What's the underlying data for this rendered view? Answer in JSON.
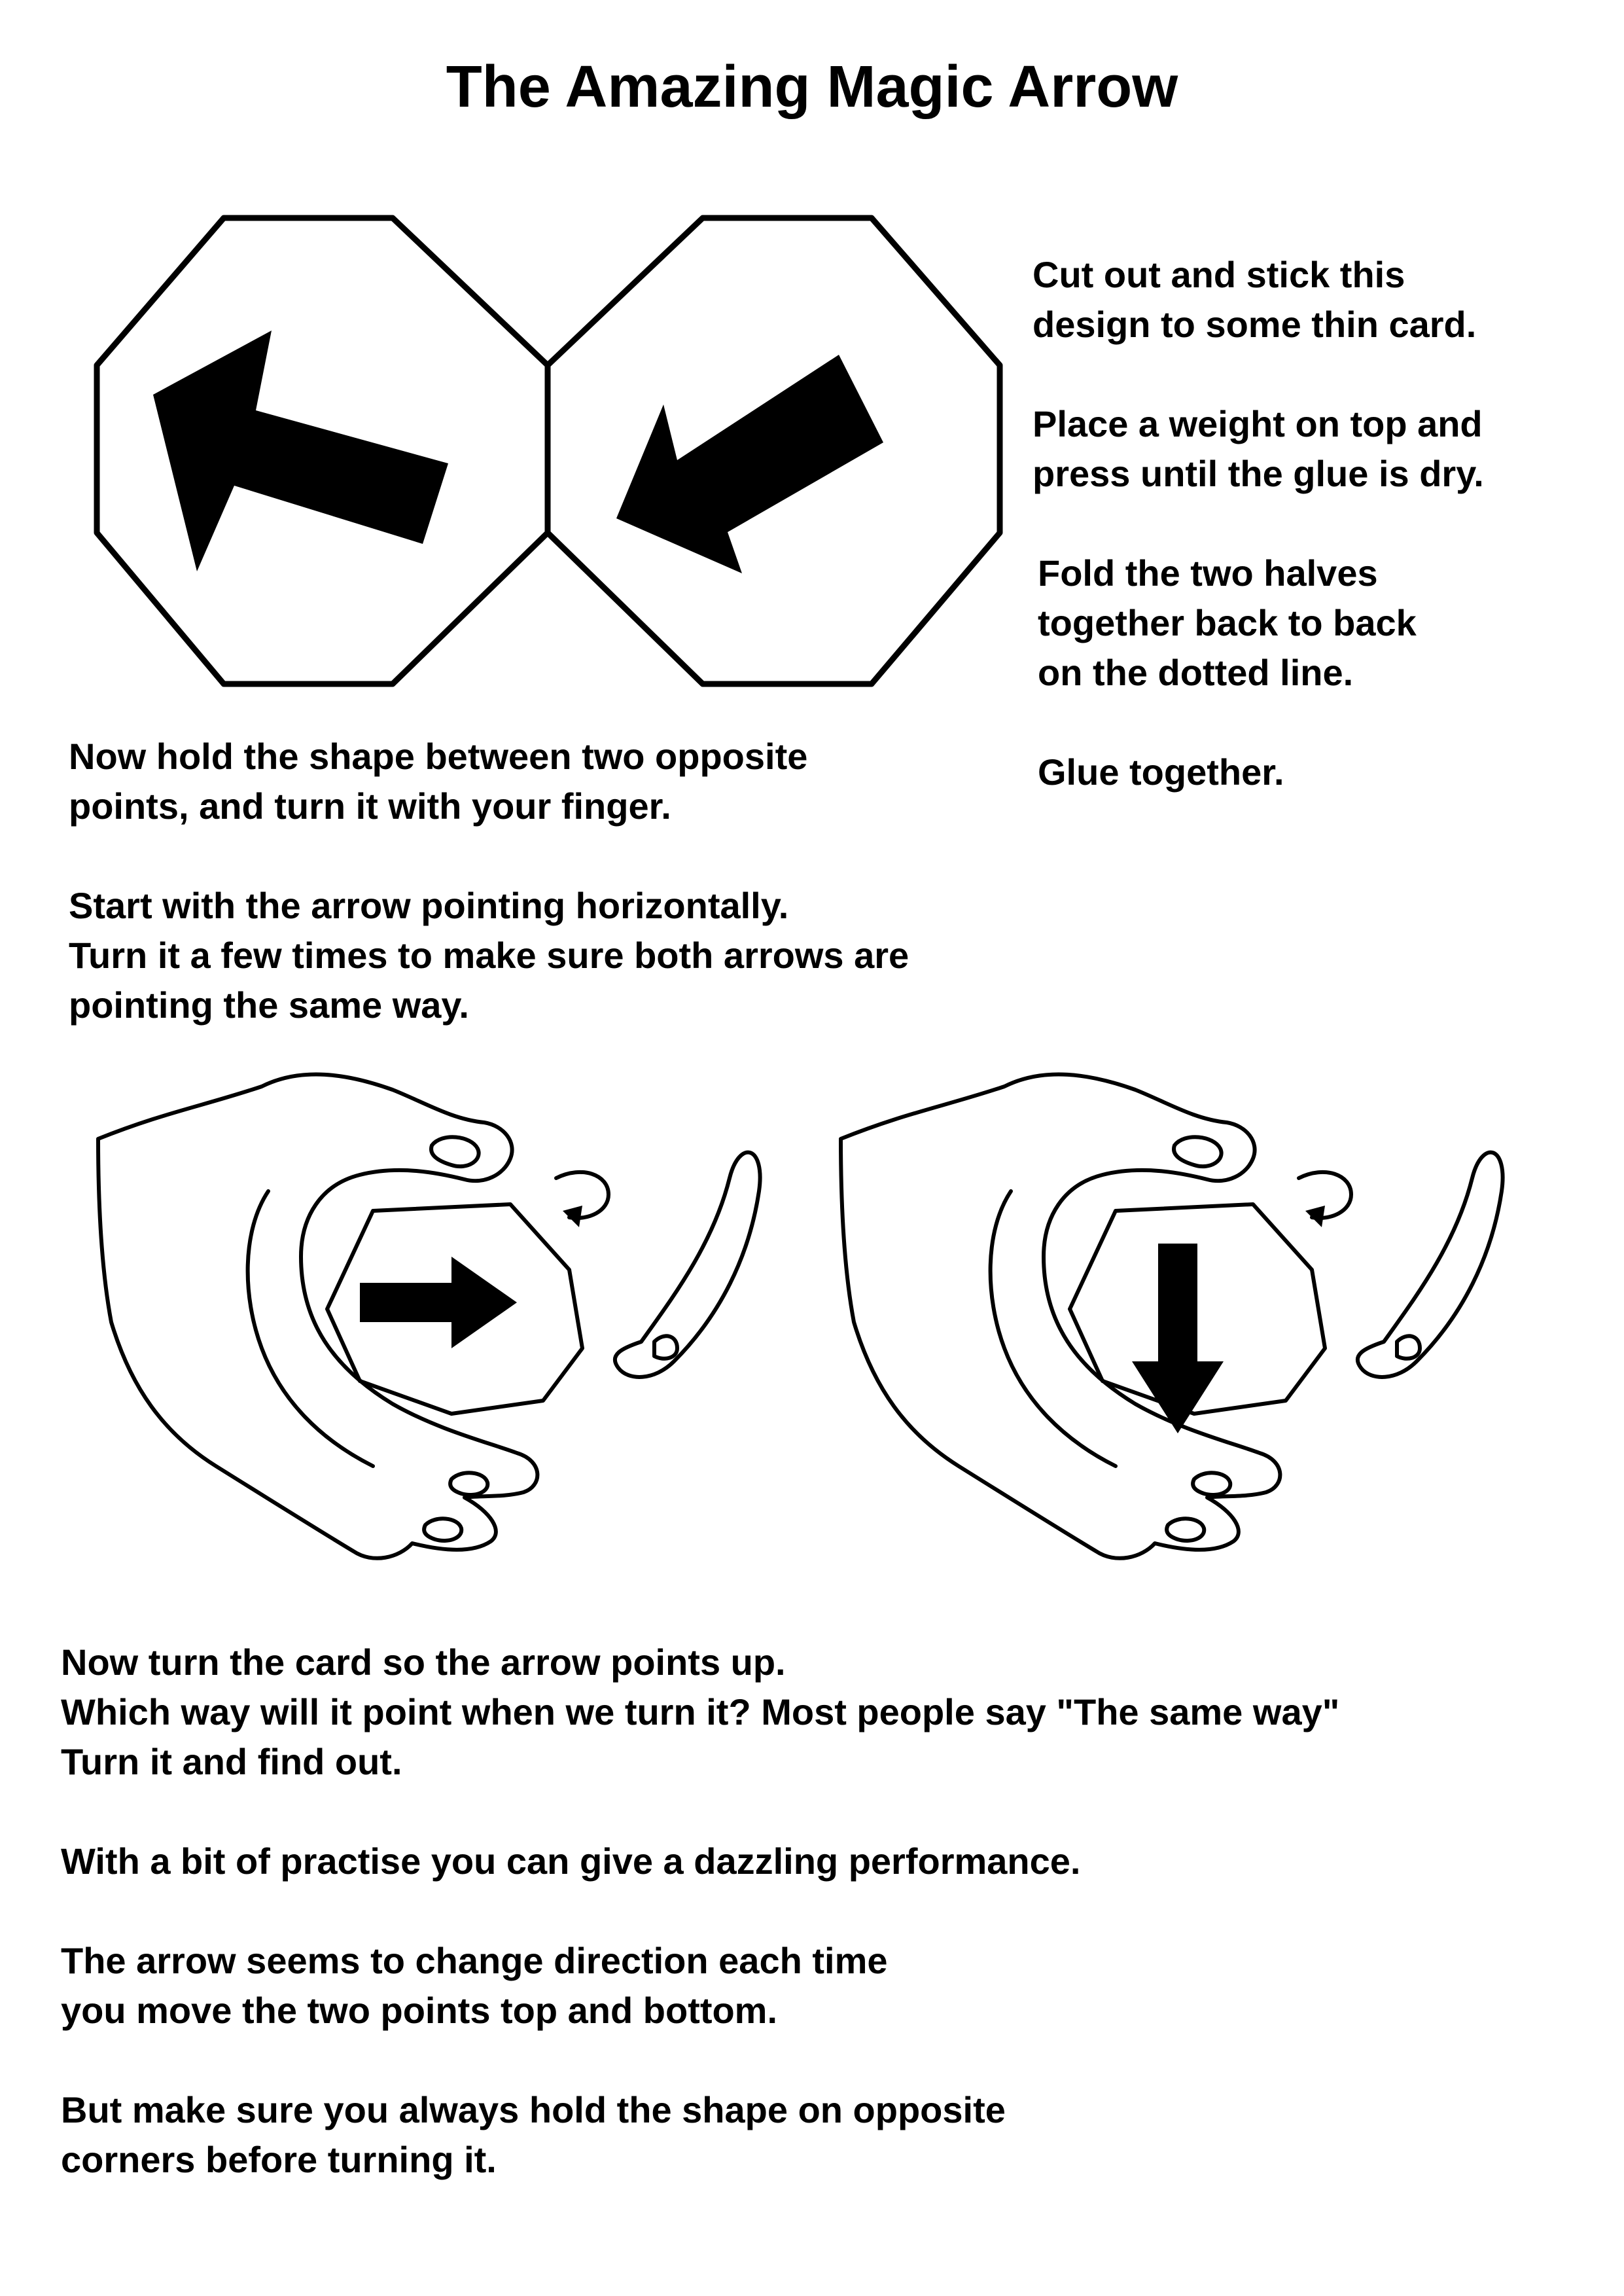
{
  "title": "The Amazing Magic Arrow",
  "instructions_right": [
    [
      "Cut out and stick this",
      "design to some thin card."
    ],
    [
      "Place a weight on top and",
      "press until the glue is dry."
    ],
    [
      "Fold the two halves",
      "together back to back",
      "on the dotted line."
    ],
    [
      "Glue together."
    ]
  ],
  "instructions_middle": [
    [
      "Now hold the shape between two opposite",
      "points, and turn it with your finger."
    ],
    [
      "Start with the arrow pointing horizontally.",
      "Turn it a few times to make sure both arrows are",
      "pointing the same way."
    ]
  ],
  "instructions_bottom": [
    [
      "Now turn the card so the arrow points up.",
      "Which way will it point when we turn it? Most people say \"The same way\"",
      "Turn it and find out."
    ],
    [
      "With a bit of practise you can give a dazzling performance."
    ],
    [
      "The arrow seems to change direction each time",
      "you move the two points top and bottom."
    ],
    [
      "But make sure you always hold the shape on opposite",
      "corners before turning it."
    ]
  ]
}
